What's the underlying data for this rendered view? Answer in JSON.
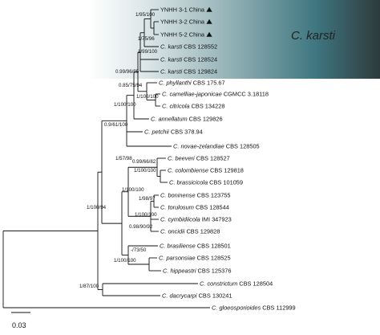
{
  "highlight": {
    "clade_label": "C. karsti",
    "gradient_start": "#ffffff",
    "gradient_mid": "#3f7680",
    "gradient_end": "#2e3a3c"
  },
  "taxa": [
    {
      "id": "t1",
      "genus": "",
      "species": "",
      "strain": "YNHH 3-1 China",
      "marker": true
    },
    {
      "id": "t2",
      "genus": "",
      "species": "",
      "strain": "YNHH 3-2 China",
      "marker": true
    },
    {
      "id": "t3",
      "genus": "",
      "species": "",
      "strain": "YNHH 5-2 China",
      "marker": true
    },
    {
      "id": "t4",
      "genus": "C.",
      "species": "karsti",
      "strain": "CBS 128552"
    },
    {
      "id": "t5",
      "genus": "C.",
      "species": "karsti",
      "strain": "CBS 128524"
    },
    {
      "id": "t6",
      "genus": "C.",
      "species": "karsti",
      "strain": "CBS 129824"
    },
    {
      "id": "t7",
      "genus": "C.",
      "species": "phyllanthi",
      "strain": "CBS 175.67"
    },
    {
      "id": "t8",
      "genus": "C.",
      "species": "camelliae-japonicae",
      "strain": "CGMCC 3.18118"
    },
    {
      "id": "t9",
      "genus": "C.",
      "species": "citricola",
      "strain": "CBS 134228"
    },
    {
      "id": "t10",
      "genus": "C.",
      "species": "annellatum",
      "strain": "CBS 129826"
    },
    {
      "id": "t11",
      "genus": "C.",
      "species": "petchii",
      "strain": "CBS 378.94"
    },
    {
      "id": "t12",
      "genus": "C.",
      "species": "novae-zelandiae",
      "strain": "CBS 128505"
    },
    {
      "id": "t13",
      "genus": "C.",
      "species": "beeveri",
      "strain": "CBS 128527"
    },
    {
      "id": "t14",
      "genus": "C.",
      "species": "colombiense",
      "strain": "CBS 129818"
    },
    {
      "id": "t15",
      "genus": "C.",
      "species": "brassicicola",
      "strain": "CBS 101059"
    },
    {
      "id": "t16",
      "genus": "C.",
      "species": "boninense",
      "strain": "CBS 123755"
    },
    {
      "id": "t17",
      "genus": "C.",
      "species": "torulosum",
      "strain": "CBS 128544"
    },
    {
      "id": "t18",
      "genus": "C.",
      "species": "cymbidiicola",
      "strain": "IMI 347923"
    },
    {
      "id": "t19",
      "genus": "C.",
      "species": "oncidii",
      "strain": "CBS 129828"
    },
    {
      "id": "t20",
      "genus": "C.",
      "species": "brasiliense",
      "strain": "CBS 128501"
    },
    {
      "id": "t21",
      "genus": "C.",
      "species": "parsonsiae",
      "strain": "CBS 128525"
    },
    {
      "id": "t22",
      "genus": "C.",
      "species": "hippeastri",
      "strain": "CBS 125376"
    },
    {
      "id": "t23",
      "genus": "C.",
      "species": "constrictum",
      "strain": "CBS 128504"
    },
    {
      "id": "t24",
      "genus": "C.",
      "species": "dacrycarpi",
      "strain": "CBS 130241"
    },
    {
      "id": "t25",
      "genus": "C.",
      "species": "gloeosporioides",
      "strain": "CBS 112999"
    }
  ],
  "supports": [
    {
      "id": "s1",
      "text": "1/95/100"
    },
    {
      "id": "s2",
      "text": "1/75/96"
    },
    {
      "id": "s3",
      "text": "1/99/100"
    },
    {
      "id": "s4",
      "text": "0.99/96/95"
    },
    {
      "id": "s5",
      "text": "0.85/75/94"
    },
    {
      "id": "s6",
      "text": "1/100/100"
    },
    {
      "id": "s7",
      "text": "1/100/100"
    },
    {
      "id": "s8",
      "text": "0.9/61/100"
    },
    {
      "id": "s9",
      "text": "1/57/98"
    },
    {
      "id": "s10",
      "text": "0.99/66/82"
    },
    {
      "id": "s11",
      "text": "1/100/100"
    },
    {
      "id": "s12",
      "text": "1/100/100"
    },
    {
      "id": "s13",
      "text": "1/100/94"
    },
    {
      "id": "s14",
      "text": "1/98/97"
    },
    {
      "id": "s15",
      "text": "1/100/100"
    },
    {
      "id": "s16",
      "text": "0.98/90/92"
    },
    {
      "id": "s17",
      "text": "-/73/50"
    },
    {
      "id": "s18",
      "text": "1/100/100"
    },
    {
      "id": "s19",
      "text": "1/87/100"
    }
  ],
  "scale_bar": {
    "label": "0.03"
  }
}
